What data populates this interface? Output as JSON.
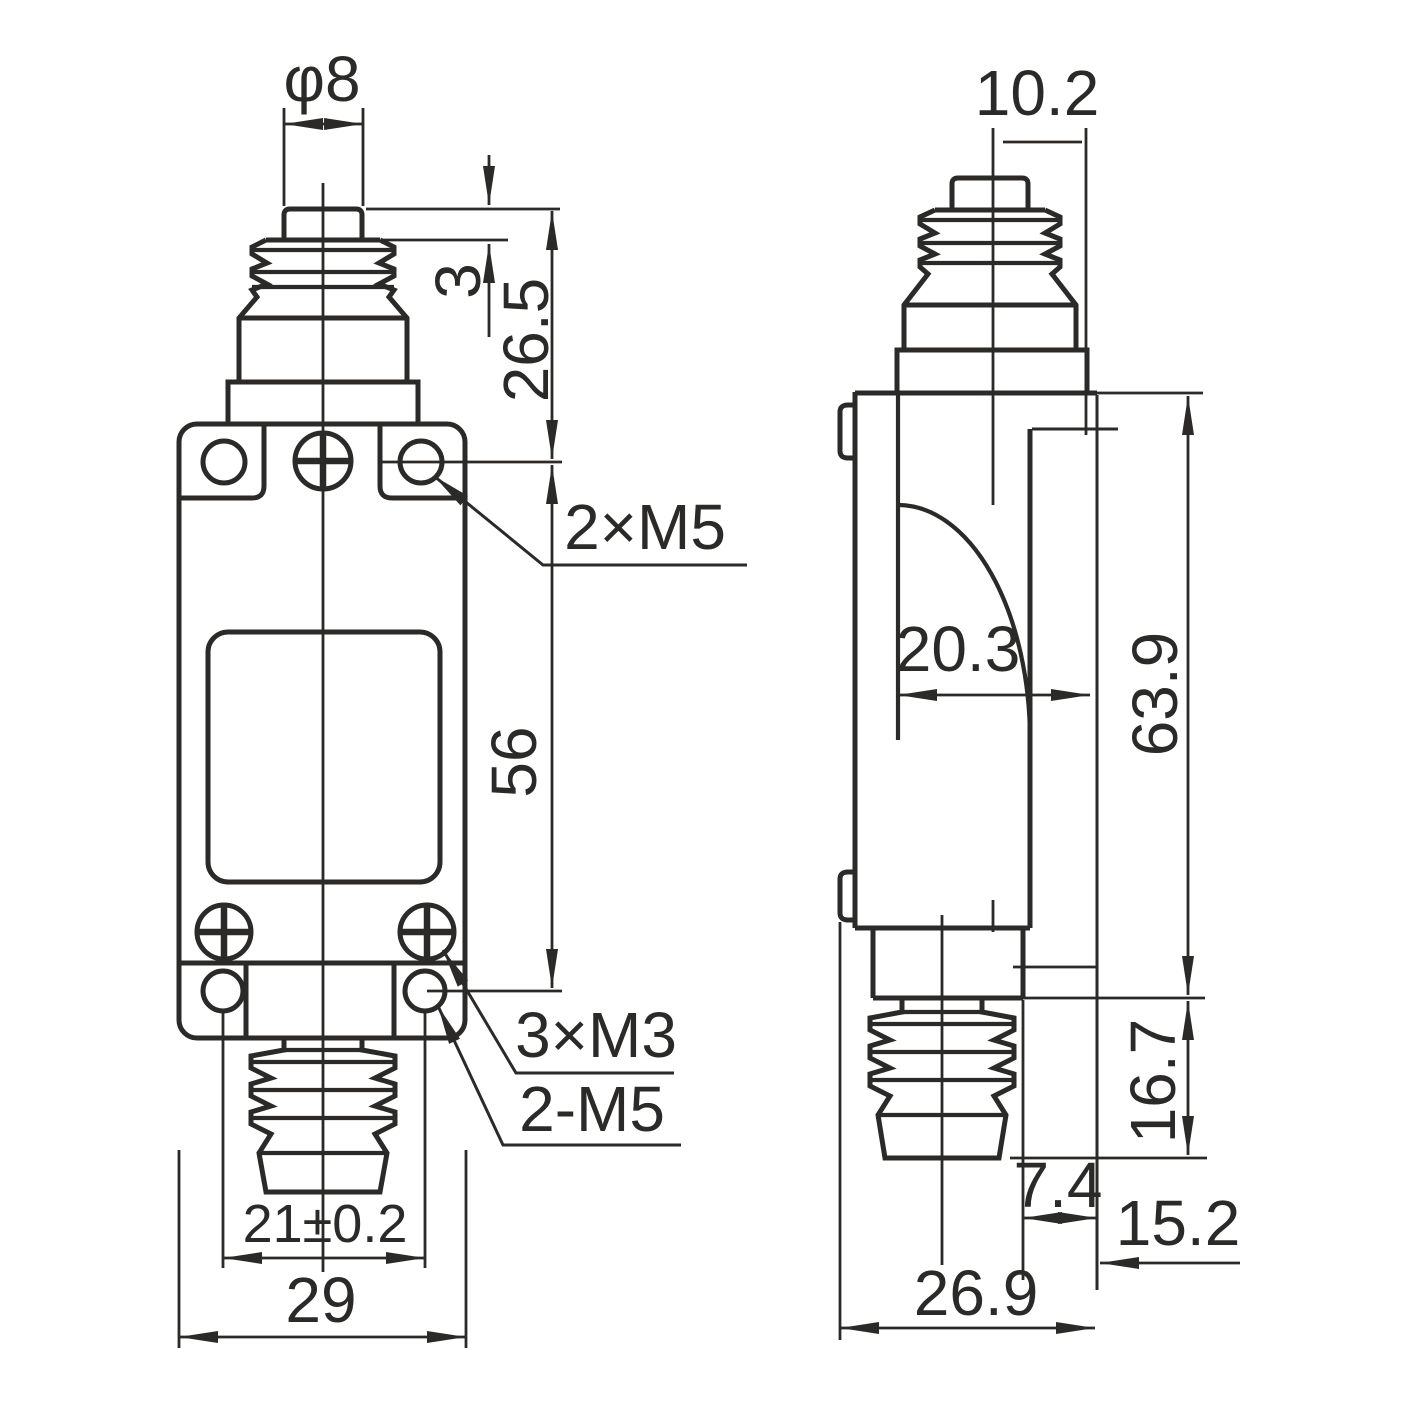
{
  "drawing": {
    "ink_color": "#2b2a29",
    "background": "#ffffff",
    "front_view": {
      "plunger_diameter": "φ8",
      "overtravel": "3",
      "plunger_height": "26.5",
      "top_mount_holes": "2×M5",
      "body_height": "56",
      "side_screws": "3×M3",
      "bottom_mount_holes": "2-M5",
      "hole_spacing": "21±0.2",
      "body_width": "29"
    },
    "side_view": {
      "plunger_offset": "10.2",
      "head_depth": "20.3",
      "housing_height": "63.9",
      "lower_plunger_length": "16.7",
      "lower_offset": "7.4",
      "rear_depth": "15.2",
      "total_depth": "26.9"
    }
  }
}
